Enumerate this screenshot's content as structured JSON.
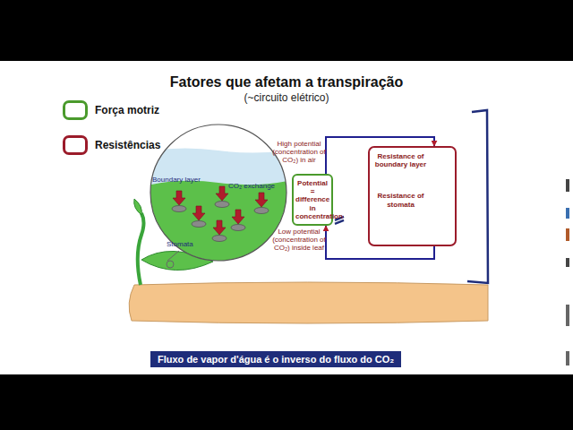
{
  "diagram": {
    "title": "Fatores que afetam a transpiração",
    "caption": "Fluxo de vapor d'água é o inverso do fluxo do CO₂",
    "nodes": [
      {
        "text": [
          "Potential = difference in concentration"
        ]
      },
      {
        "text": [
          "Resistance of boundary layer",
          "Resistance of stomata"
        ]
      }
    ],
    "edges": [
      {
        "from": 0,
        "to": 1,
        "arrow": "to"
      },
      {
        "from": 1,
        "to": 0,
        "arrow": "to"
      }
    ],
    "labels": [
      "(~circuito elétrico)",
      "Boundary layer",
      "CO₂ exchange",
      "Stomata",
      "High potential (concentration of CO₂) in air",
      "Low potential (concentration of CO₂) inside leaf"
    ],
    "legend": [
      {
        "text": "Força motriz"
      },
      {
        "text": "Resistências"
      }
    ]
  }
}
